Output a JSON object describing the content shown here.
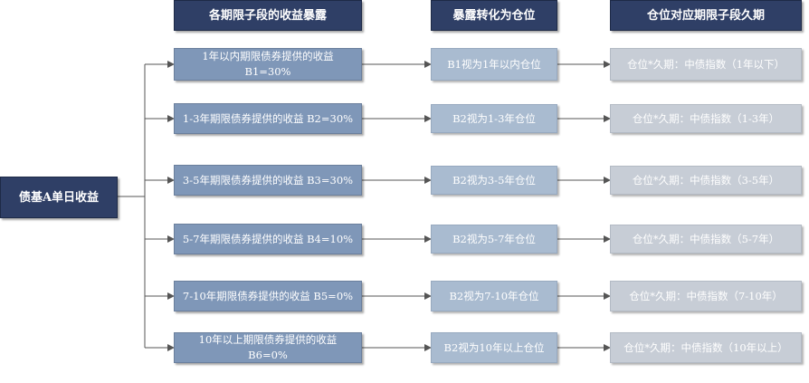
{
  "headers": {
    "col1": "各期限子段的收益暴露",
    "col2": "暴露转化为仓位",
    "col3": "仓位对应期限子段久期"
  },
  "root": {
    "label": "债基A单日收益"
  },
  "rows": [
    {
      "exposure": "1年以内期限债券提供的收益 B1=30%",
      "position": "B1视为1年以内仓位",
      "duration": "仓位*久期：中债指数（1年以下）"
    },
    {
      "exposure": "1-3年期限债券提供的收益 B2=30%",
      "position": "B2视为1-3年仓位",
      "duration": "仓位*久期：中债指数（1-3年）"
    },
    {
      "exposure": "3-5年期限债券提供的收益 B3=30%",
      "position": "B2视为3-5年仓位",
      "duration": "仓位*久期：中债指数（3-5年）"
    },
    {
      "exposure": "5-7年期限债券提供的收益 B4=10%",
      "position": "B2视为5-7年仓位",
      "duration": "仓位*久期：中债指数（5-7年）"
    },
    {
      "exposure": "7-10年期限债券提供的收益 B5=0%",
      "position": "B2视为7-10年仓位",
      "duration": "仓位*久期：中债指数（7-10年）"
    },
    {
      "exposure": "10年以上期限债券提供的收益 B6=0%",
      "position": "B2视为10年以上仓位",
      "duration": "仓位*久期：中债指数（10年以上）"
    }
  ],
  "colors": {
    "header": "#2f3f66",
    "col1": "#7f97b8",
    "col2": "#a9bbd0",
    "col3": "#c7cdd6",
    "connector": "#555555"
  }
}
